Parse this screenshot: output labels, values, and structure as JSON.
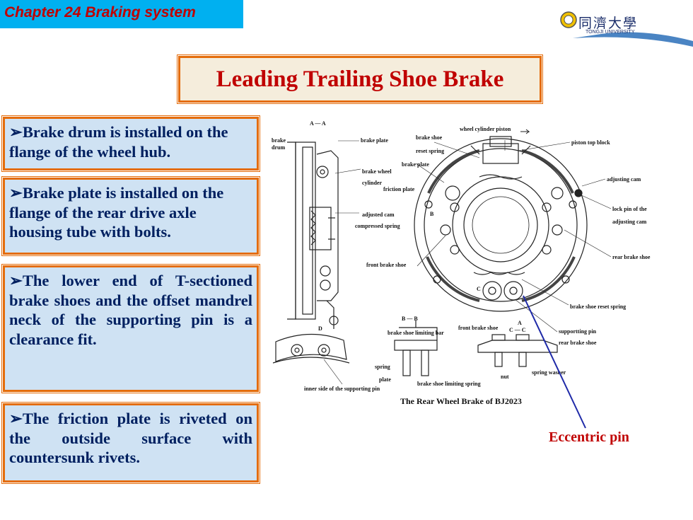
{
  "header": {
    "chapter": "Chapter 24 Braking system",
    "logo_text": "同濟大學",
    "logo_subtext": "TONGJI UNIVERSITY"
  },
  "title": "Leading Trailing Shoe Brake",
  "bullets": [
    "➢Brake drum is installed on the flange of the wheel hub.",
    "➢Brake plate is installed on the flange of the rear drive axle housing tube with bolts.",
    "➢The lower end of T-sectioned brake shoes and the offset mandrel neck of the supporting pin is a clearance fit.",
    "➢The friction plate is riveted on the outside surface with countersunk rivets."
  ],
  "figure": {
    "caption": "The Rear Wheel Brake of BJ2023",
    "section_labels": {
      "aa": "A — A",
      "bb": "B — B",
      "cc": "C — C",
      "d": "D",
      "a": "A",
      "b": "B",
      "c": "C"
    },
    "labels": {
      "brake_drum_1": "brake",
      "brake_drum_2": "drum",
      "brake_plate": "brake plate",
      "brake_shoe_reset_spring_1": "brake shoe",
      "brake_shoe_reset_spring_2": "reset spring",
      "wheel_cylinder_piston": "wheel cylinder piston",
      "piston_top_block": "piston top block",
      "brake_plate_2": "brake plate",
      "brake_wheel_cylinder_1": "brake wheel",
      "brake_wheel_cylinder_2": "cylinder",
      "friction_plate": "friction plate",
      "adjusting_cam": "adjusting cam",
      "adjusted_cam": "adjusted cam",
      "compressed_spring": "compressed  spring",
      "lock_pin_1": "lock pin of the",
      "lock_pin_2": "adjusting cam",
      "front_brake_shoe": "front brake shoe",
      "rear_brake_shoe": "rear brake shoe",
      "brake_shoe_reset_spring": "brake shoe reset spring",
      "front_brake_shoe_2": "front brake shoe",
      "brake_shoe_limiting_bar": "brake shoe limiting bar",
      "supporting_pin": "supportting pin",
      "rear_brake_shoe_2": "rear brake shoe",
      "spring": "spring",
      "plate": "plate",
      "nut": "nut",
      "spring_washer": "spring washer",
      "brake_shoe_limiting_spring": "brake shoe limiting spring",
      "inner_side": "inner side of the supporting pin"
    }
  },
  "callout": "Eccentric pin",
  "colors": {
    "chapter_bg": "#00b0f0",
    "accent": "#c00000",
    "box_border": "#e46c0a",
    "box_bg": "#cfe2f3",
    "text": "#002060",
    "pointer": "#1f2aa8"
  }
}
